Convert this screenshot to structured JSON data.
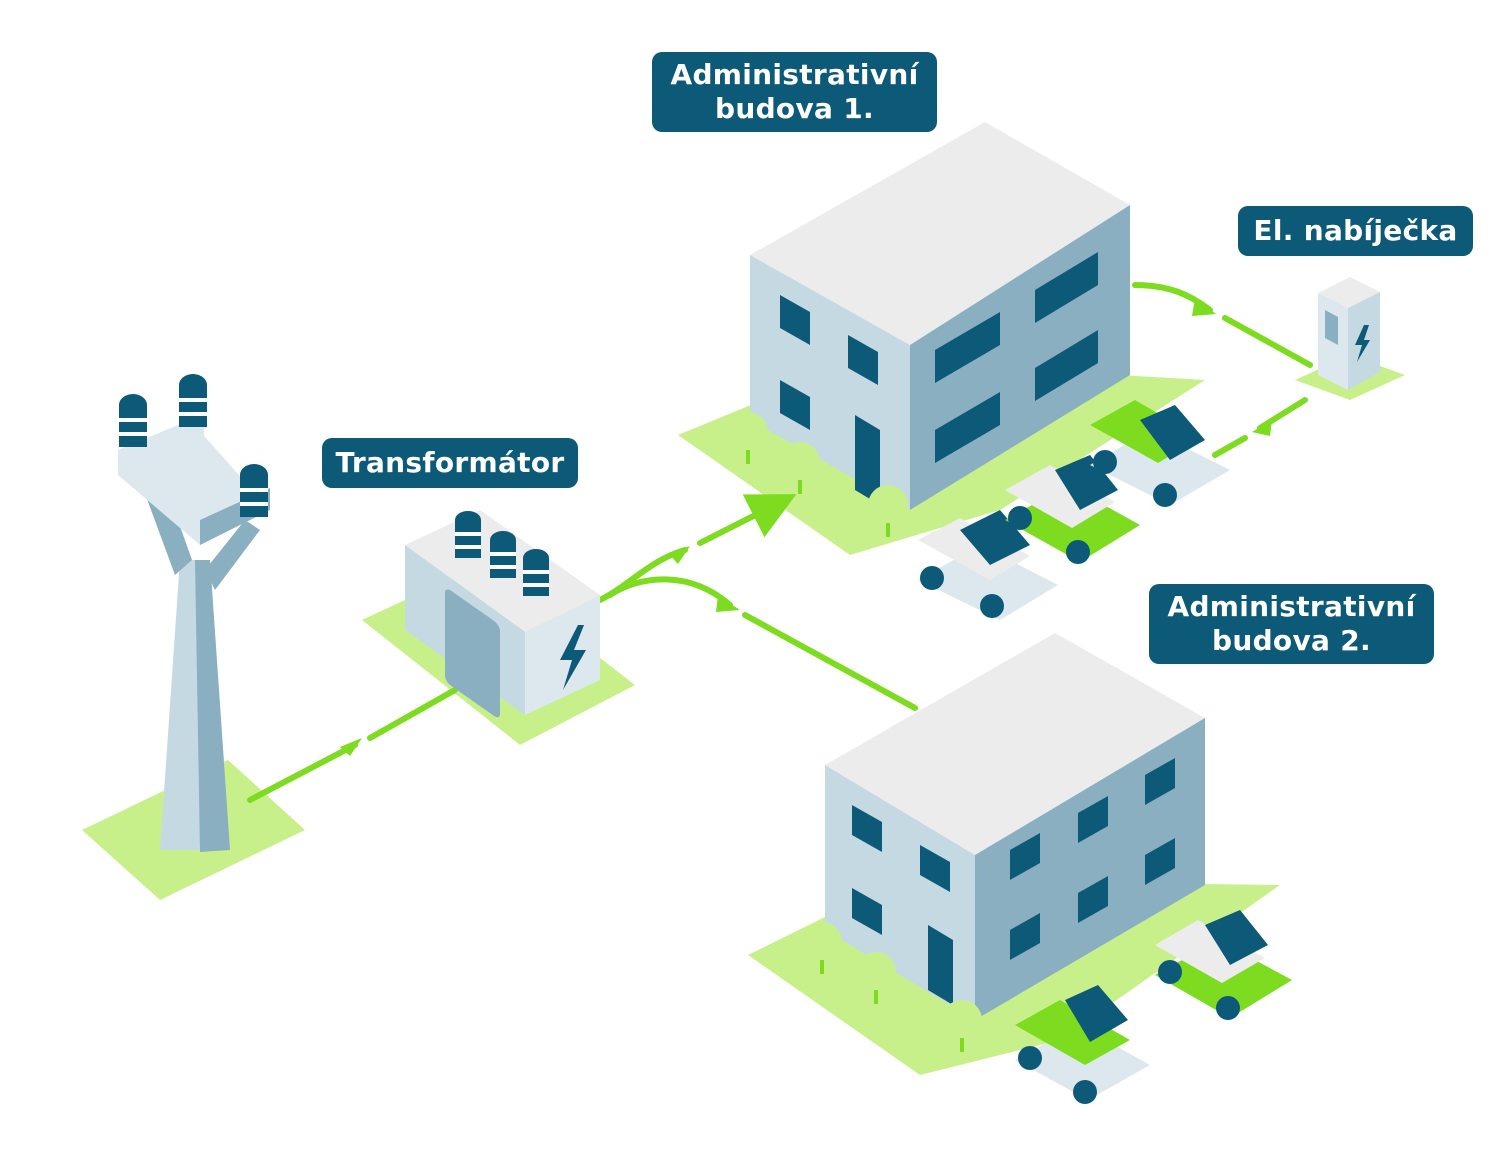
{
  "labels": {
    "building1": [
      "Administrativní",
      "budova 1."
    ],
    "charger": "El. nabíječka",
    "transformer": "Transformátor",
    "building2": [
      "Administrativní",
      "budova 2."
    ]
  },
  "colors": {
    "label_bg": "#0d5a78",
    "flow_green": "#7ddc1f",
    "ground_green": "#c8f08a",
    "roof": "#ececec",
    "wall_light": "#c5d9e3",
    "wall_dark": "#8aafc1",
    "window": "#0d5a78"
  }
}
